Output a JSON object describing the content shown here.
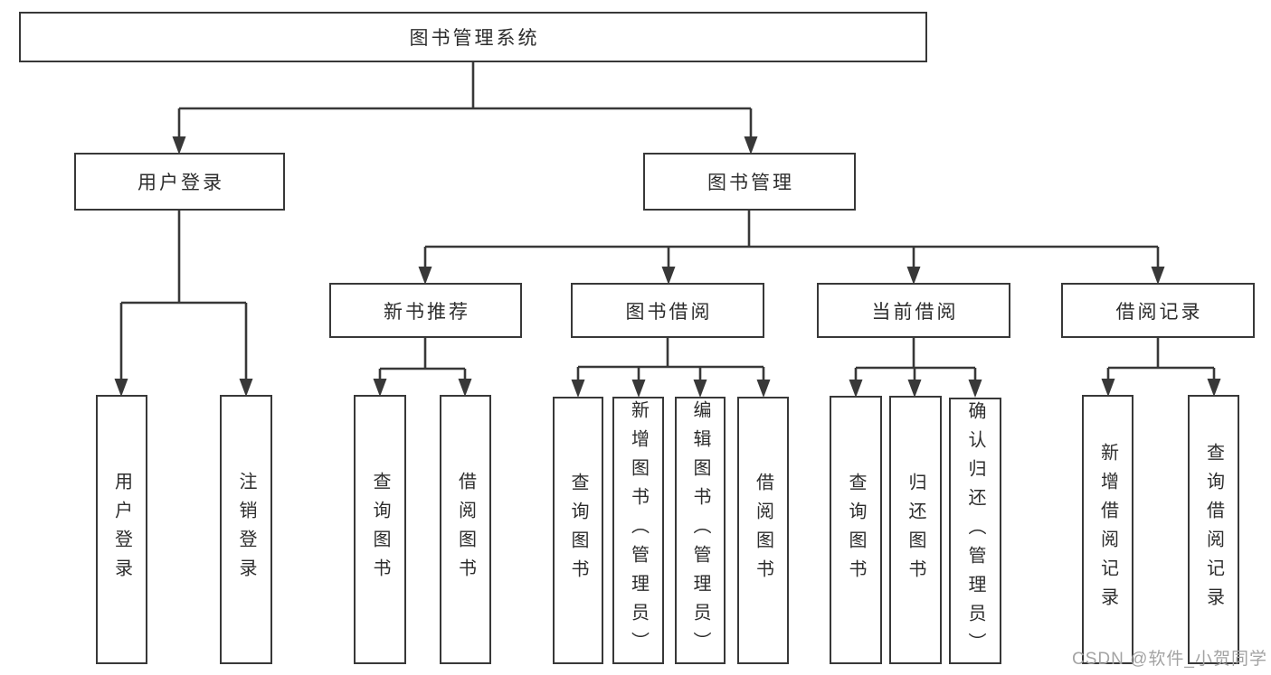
{
  "tree": {
    "root": {
      "label": "图书管理系统",
      "children": [
        {
          "label": "用户登录",
          "children": [
            {
              "label": "用户登录"
            },
            {
              "label": "注销登录"
            }
          ]
        },
        {
          "label": "图书管理",
          "children": [
            {
              "label": "新书推荐",
              "children": [
                {
                  "label": "查询图书"
                },
                {
                  "label": "借阅图书"
                }
              ]
            },
            {
              "label": "图书借阅",
              "children": [
                {
                  "label": "查询图书"
                },
                {
                  "label": "新增图书（管理员）"
                },
                {
                  "label": "编辑图书（管理员）"
                },
                {
                  "label": "借阅图书"
                }
              ]
            },
            {
              "label": "当前借阅",
              "children": [
                {
                  "label": "查询图书"
                },
                {
                  "label": "归还图书"
                },
                {
                  "label": "确认归还（管理员）"
                }
              ]
            },
            {
              "label": "借阅记录",
              "children": [
                {
                  "label": "新增借阅记录"
                },
                {
                  "label": "查询借阅记录"
                }
              ]
            }
          ]
        }
      ]
    }
  },
  "watermark": {
    "text": "CSDN @软件_小贺同学"
  },
  "colors": {
    "line": "#383838",
    "box_border": "#383838",
    "box_fill": "#ffffff",
    "text": "#2d2d2d",
    "watermark": "#a3a3a3",
    "background": "#ffffff"
  }
}
